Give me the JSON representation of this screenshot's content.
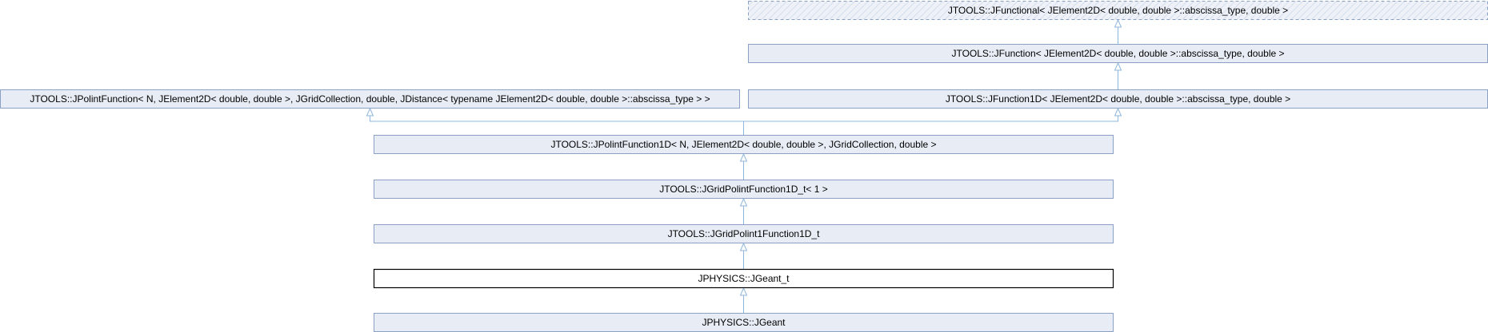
{
  "diagram": {
    "nodes": [
      {
        "id": "jfunctional",
        "label": "JTOOLS::JFunctional< JElement2D< double, double >::abscissa_type, double >",
        "style": "dashed"
      },
      {
        "id": "jfunction",
        "label": "JTOOLS::JFunction< JElement2D< double, double >::abscissa_type, double >",
        "style": "normal"
      },
      {
        "id": "jpolintfunction",
        "label": "JTOOLS::JPolintFunction< N, JElement2D< double, double >, JGridCollection, double, JDistance< typename JElement2D< double, double >::abscissa_type > >",
        "style": "normal"
      },
      {
        "id": "jfunction1d",
        "label": "JTOOLS::JFunction1D< JElement2D< double, double >::abscissa_type, double >",
        "style": "normal"
      },
      {
        "id": "jpolintfunction1d",
        "label": "JTOOLS::JPolintFunction1D< N, JElement2D< double, double >, JGridCollection, double >",
        "style": "normal"
      },
      {
        "id": "jgridpolintfunction1d_t1",
        "label": "JTOOLS::JGridPolintFunction1D_t< 1 >",
        "style": "normal"
      },
      {
        "id": "jgridpolint1function1d_t",
        "label": "JTOOLS::JGridPolint1Function1D_t",
        "style": "normal"
      },
      {
        "id": "jgeant_t",
        "label": "JPHYSICS::JGeant_t",
        "style": "current"
      },
      {
        "id": "jgeant",
        "label": "JPHYSICS::JGeant",
        "style": "normal"
      }
    ],
    "edges": [
      {
        "from": "jfunction",
        "to": "jfunctional"
      },
      {
        "from": "jfunction1d",
        "to": "jfunction"
      },
      {
        "from": "jpolintfunction1d",
        "to": "jpolintfunction"
      },
      {
        "from": "jpolintfunction1d",
        "to": "jfunction1d"
      },
      {
        "from": "jgridpolintfunction1d_t1",
        "to": "jpolintfunction1d"
      },
      {
        "from": "jgridpolint1function1d_t",
        "to": "jgridpolintfunction1d_t1"
      },
      {
        "from": "jgeant_t",
        "to": "jgridpolint1function1d_t"
      },
      {
        "from": "jgeant",
        "to": "jgeant_t"
      }
    ]
  }
}
